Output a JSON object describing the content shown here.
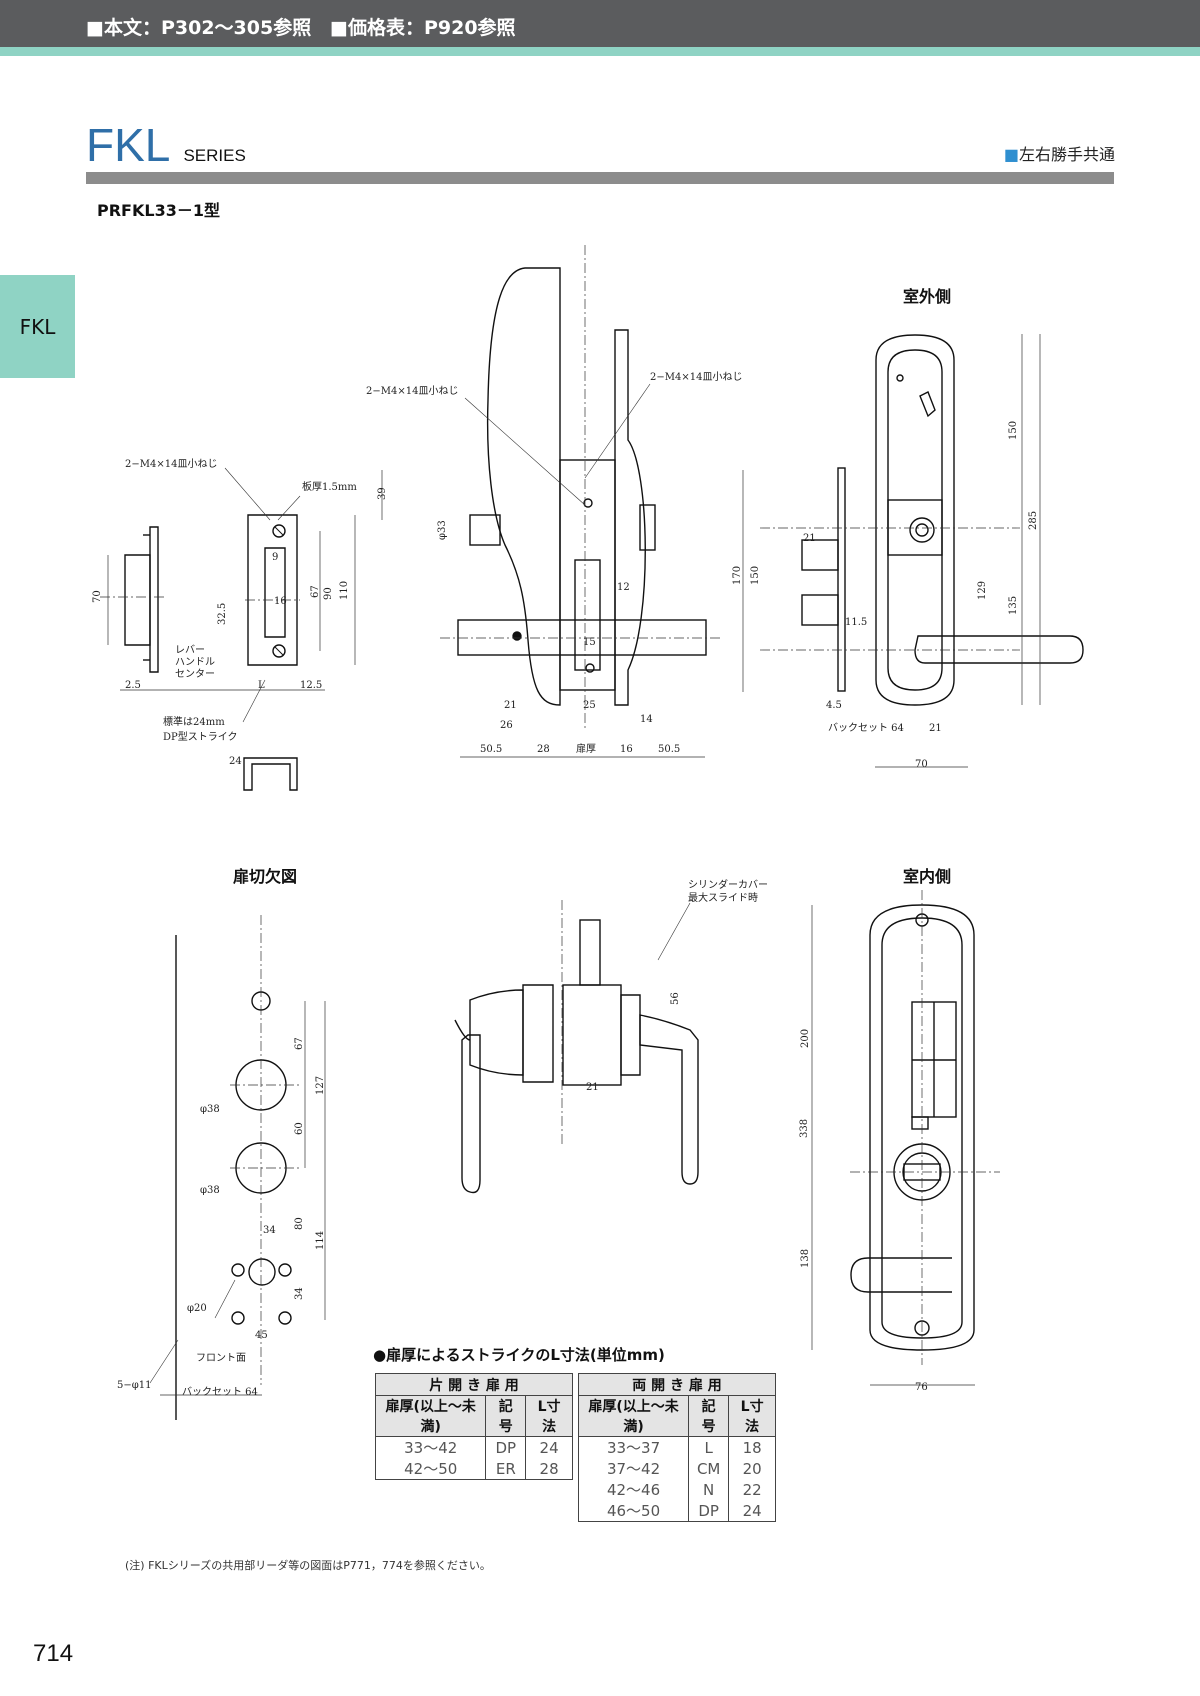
{
  "header": {
    "ref_main": "■本文：P302～305参照",
    "ref_price": "■価格表：P920参照"
  },
  "side_tab": "FKL",
  "series": {
    "name": "FKL",
    "suffix": "SERIES",
    "common_note": "左右勝手共通"
  },
  "model": "PRFKL33－1型",
  "views": {
    "outside": "室外側",
    "inside": "室内側",
    "door_cutout": "扉切欠図"
  },
  "callouts": {
    "screw": "2−M4×14皿小ねじ",
    "plate": "板厚1.5mm",
    "lever_center_1": "レバー",
    "lever_center_2": "ハンドル",
    "lever_center_3": "センター",
    "strike_std_1": "標準は24mm",
    "strike_std_2": "DP型ストライク",
    "cyl_cover_1": "シリンダーカバー",
    "cyl_cover_2": "最大スライド時",
    "front_face": "フロント面",
    "holes": "5−φ11",
    "backset": "バックセット 64",
    "door_thickness": "扉厚"
  },
  "strike_table": {
    "title": "●扉厚によるストライクのL寸法(単位mm)",
    "single": {
      "caption": "片 開 き 扉 用",
      "headers": [
        "扉厚(以上〜未満)",
        "記号",
        "L寸法"
      ],
      "rows": [
        [
          "33〜42",
          "DP",
          "24"
        ],
        [
          "42〜50",
          "ER",
          "28"
        ]
      ]
    },
    "double": {
      "caption": "両 開 き 扉 用",
      "headers": [
        "扉厚(以上〜未満)",
        "記号",
        "L寸法"
      ],
      "rows": [
        [
          "33〜37",
          "L",
          "18"
        ],
        [
          "37〜42",
          "CM",
          "20"
        ],
        [
          "42〜46",
          "N",
          "22"
        ],
        [
          "46〜50",
          "DP",
          "24"
        ]
      ]
    }
  },
  "footnote": "(注) FKLシリーズの共用部リーダ等の図面はP771，774を参照ください。",
  "page_number": "714"
}
